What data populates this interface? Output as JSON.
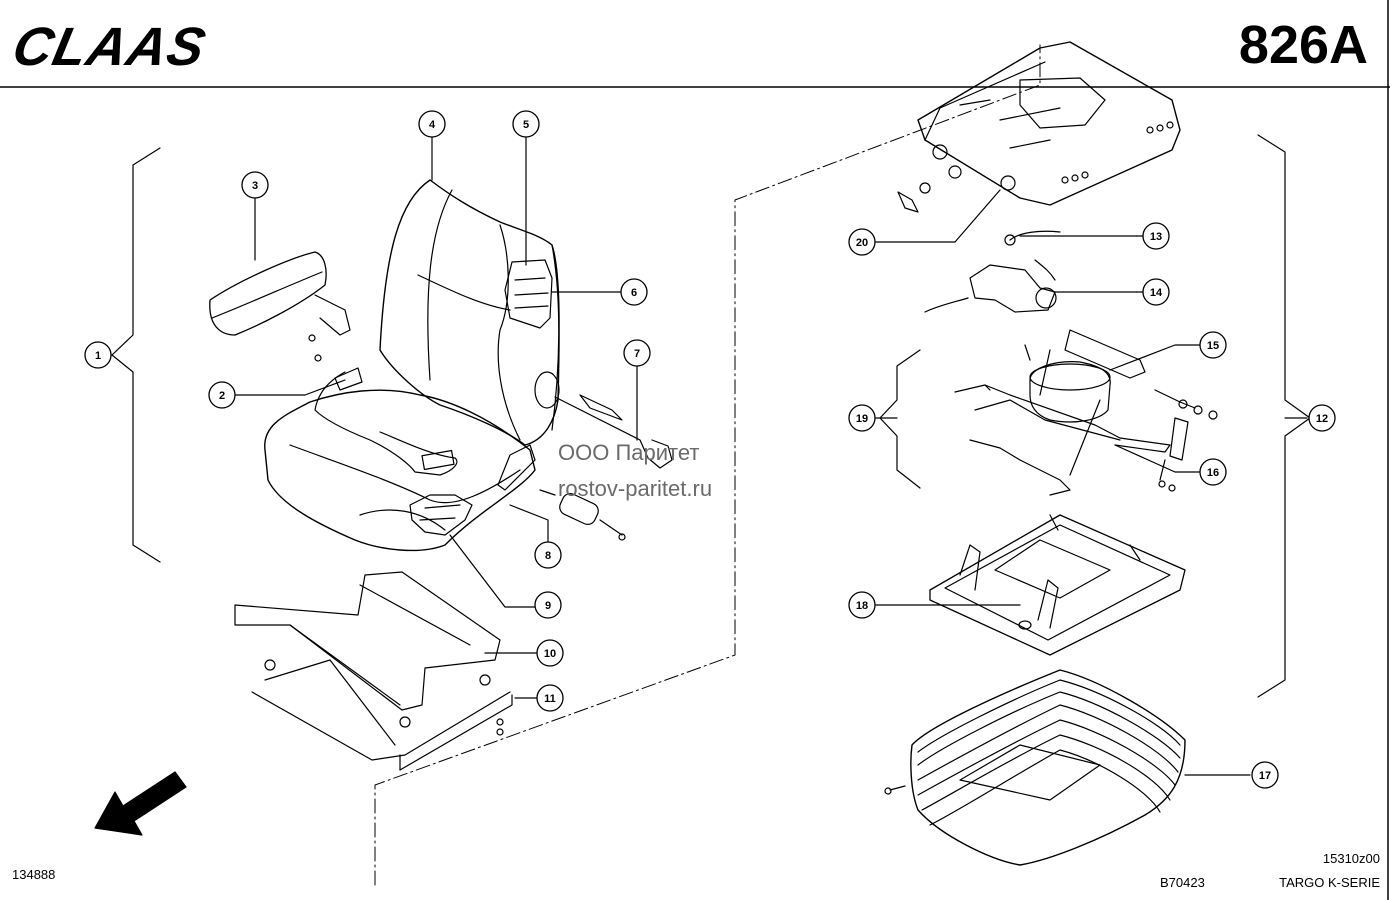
{
  "header": {
    "brand": "CLAAS",
    "page_code": "826A"
  },
  "watermark": {
    "line1": "ООО Паритет",
    "line2": "rostov-paritet.ru"
  },
  "footer": {
    "left_code": "134888",
    "drawing_code": "15310z00",
    "ref_code": "B70423",
    "series": "TARGO K-SERIE"
  },
  "callouts": [
    "1",
    "2",
    "3",
    "4",
    "5",
    "6",
    "7",
    "8",
    "9",
    "10",
    "11",
    "12",
    "13",
    "14",
    "15",
    "16",
    "17",
    "18",
    "19",
    "20"
  ]
}
